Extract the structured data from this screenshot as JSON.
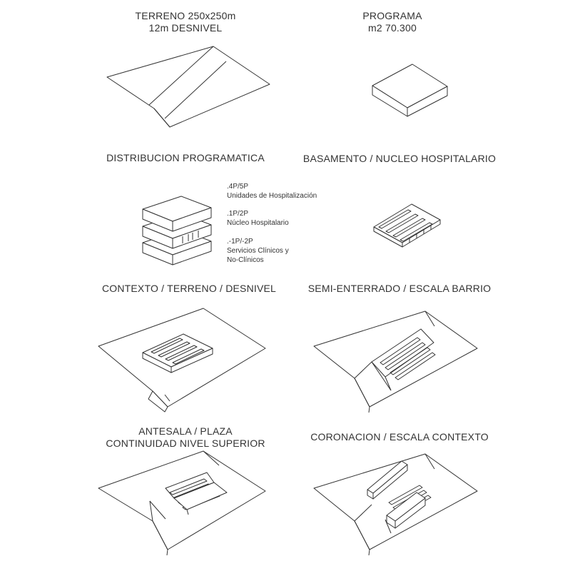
{
  "panels": {
    "terreno": {
      "line1": "TERRENO 250x250m",
      "line2": "12m DESNIVEL"
    },
    "programa": {
      "line1": "PROGRAMA",
      "line2": "m2 70.300"
    },
    "distribucion": {
      "title": "DISTRIBUCION PROGRAMATICA",
      "levels": [
        {
          "code": ".4P/5P",
          "desc": "Unidades de Hospitalización"
        },
        {
          "code": ".1P/2P",
          "desc": "Núcleo Hospitalario"
        },
        {
          "code": ".-1P/-2P",
          "desc": "Servicios Clínicos y",
          "desc2": "No-Clínicos"
        }
      ]
    },
    "basamento": {
      "title": "BASAMENTO / NUCLEO HOSPITALARIO"
    },
    "contexto": {
      "title": "CONTEXTO / TERRENO / DESNIVEL"
    },
    "semienterrado": {
      "title": "SEMI-ENTERRADO / ESCALA BARRIO"
    },
    "antesala": {
      "line1": "ANTESALA / PLAZA",
      "line2": "CONTINUIDAD NIVEL SUPERIOR"
    },
    "coronacion": {
      "title": "CORONACION / ESCALA CONTEXTO"
    }
  },
  "colors": {
    "stroke": "#333333",
    "text": "#333333",
    "background": "#ffffff"
  }
}
